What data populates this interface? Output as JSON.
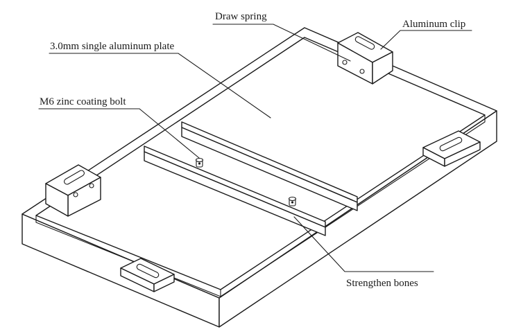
{
  "labels": {
    "draw_spring": "Draw spring",
    "aluminum_clip": "Aluminum clip",
    "plate": "3.0mm single aluminum plate",
    "bolt": "M6 zinc coating bolt",
    "bones": "Strengthen bones"
  },
  "colors": {
    "stroke": "#1a1a1a",
    "background": "#ffffff"
  }
}
